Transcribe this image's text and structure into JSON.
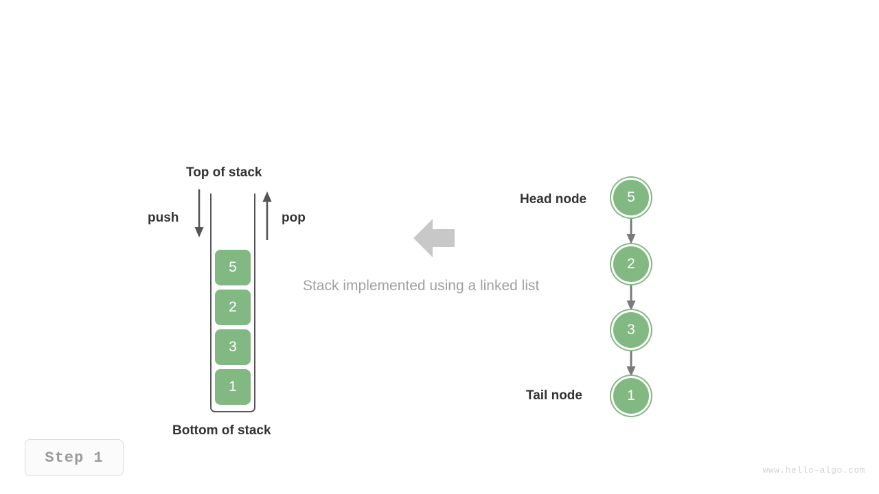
{
  "diagram": {
    "title_caption": "Stack implemented using a linked list",
    "step_badge": "Step  1",
    "watermark": "www.hello-algo.com",
    "colors": {
      "node_fill": "#82b882",
      "node_text": "#ffffff",
      "label_text": "#333333",
      "caption_text": "#a0a0a0",
      "arrow_stroke": "#555555",
      "block_arrow": "#c8c8c8",
      "container_stroke": "#555555",
      "badge_text": "#9a9a9a",
      "watermark_text": "#d4d4d4",
      "background": "#ffffff"
    }
  },
  "stack": {
    "top_label": "Top of stack",
    "bottom_label": "Bottom of stack",
    "push_label": "push",
    "pop_label": "pop",
    "items": [
      {
        "value": "5"
      },
      {
        "value": "2"
      },
      {
        "value": "3"
      },
      {
        "value": "1"
      }
    ]
  },
  "linked_list": {
    "head_label": "Head node",
    "tail_label": "Tail node",
    "nodes": [
      {
        "value": "5"
      },
      {
        "value": "2"
      },
      {
        "value": "3"
      },
      {
        "value": "1"
      }
    ]
  },
  "icons": {
    "push_arrow": "arrow-down-icon",
    "pop_arrow": "arrow-up-icon",
    "equivalence_arrow": "block-arrow-left-icon",
    "link_arrow": "arrow-down-icon"
  }
}
